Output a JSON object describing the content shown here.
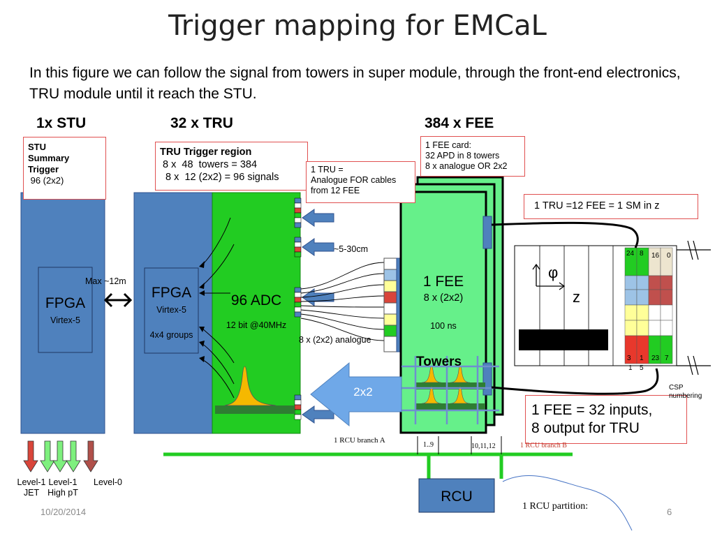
{
  "slide": {
    "title": "Trigger mapping for EMCaL",
    "intro": "In this figure we can follow the signal from towers in super module, through the front-end electronics, TRU module until it reach the STU.",
    "date": "10/20/2014",
    "page_number": "6"
  },
  "headers": {
    "stu": "1x STU",
    "tru": "32 x TRU",
    "fee": "384 x FEE"
  },
  "stu_box": {
    "line1": "STU",
    "line2": "Summary",
    "line3": "Trigger",
    "line4": " 96 (2x2)"
  },
  "tru_box": {
    "line1": "TRU Trigger region",
    "line2": " 8 x  48  towers = 384",
    "line3": "  8 x  12 (2x2) = 96 signals"
  },
  "tru_cables_box": {
    "line1": "1 TRU =",
    "line2": "Analogue FOR cables",
    "line3": "from 12 FEE"
  },
  "fee_card_box": {
    "line1": "1 FEE card:",
    "line2": "32 APD  in 8 towers",
    "line3": "8 x analogue OR 2x2"
  },
  "sm_box": "1 TRU =12 FEE = 1 SM in z",
  "fee_inputs_box": {
    "line1": "1 FEE = 32 inputs,",
    "line2": "8 output for TRU"
  },
  "stu_fpga": {
    "name": "FPGA",
    "model": "Virtex-5"
  },
  "tru_fpga": {
    "name": "FPGA",
    "model": "Virtex-5",
    "groups": "4x4 groups"
  },
  "adc": {
    "name": "96 ADC",
    "spec": "12 bit @40MHz"
  },
  "link_label": "Max ~12m",
  "cable_label": "~5-30cm",
  "analogue_label": "8 x (2x2) analogue",
  "fee_center": {
    "name": "1 FEE",
    "sub": "8 x (2x2)",
    "time": "100 ns"
  },
  "towers_label": "Towers",
  "arrow_2x2": "2x2",
  "phi_symbol": "φ",
  "z_symbol": "z",
  "grid_numbers": {
    "n24": "24",
    "n8": "8",
    "n16": "16",
    "n0": "0",
    "n3": "3",
    "n1": "1",
    "n23": "23",
    "n7": "7",
    "b1": "1",
    "b5": "5"
  },
  "csp_label": {
    "line1": "CSP",
    "line2": "numbering"
  },
  "rcu": {
    "name": "RCU",
    "branch_a": "1 RCU branch A",
    "branch_b": "1 RCU branch B",
    "range1": "1..9",
    "range2": "10,11,12",
    "partition": "1 RCU  partition:"
  },
  "levels": {
    "l1_jet": {
      "line1": "Level-1",
      "line2": "JET"
    },
    "l1_high": {
      "line1": "Level-1",
      "line2": "High pT"
    },
    "l0": {
      "line1": "Level-0"
    }
  },
  "colors": {
    "blue_panel": "#4f81bd",
    "green_panel": "#22cc22",
    "fee_green": "#66f08a",
    "red_border": "#e05050",
    "rcu_bus": "#22cc22",
    "level_red": "#d9453a",
    "level_green": "#7ef07e",
    "level_brown": "#b0504a"
  }
}
